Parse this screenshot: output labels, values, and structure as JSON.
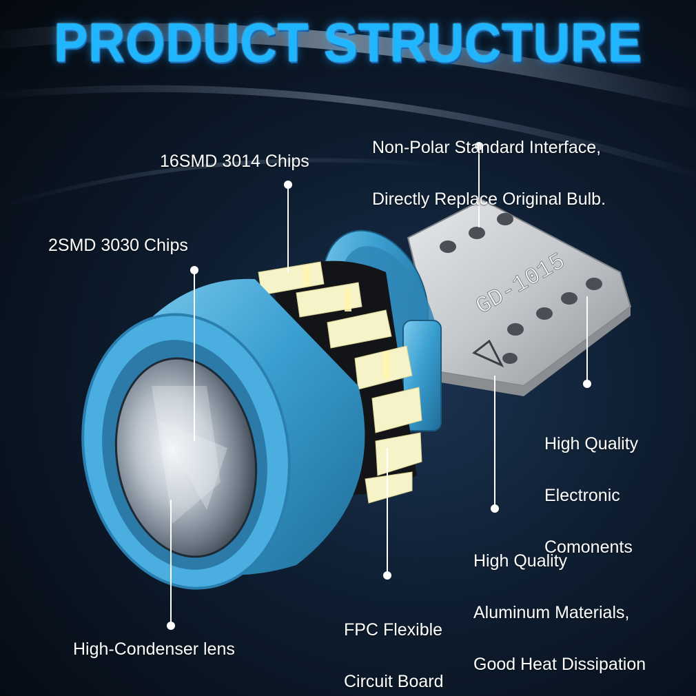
{
  "title": "PRODUCT STRUCTURE",
  "bulb_marking": "GD-1015",
  "callouts": {
    "interface": [
      "Non-Polar Standard Interface,",
      "Directly Replace Original Bulb."
    ],
    "chips_16": "16SMD 3014 Chips",
    "chips_2": "2SMD 3030 Chips",
    "components": [
      "High Quality",
      "Electronic",
      "Comonents"
    ],
    "aluminum": [
      "High Quality",
      "Aluminum Materials,",
      "Good Heat Dissipation"
    ],
    "fpc": [
      "FPC Flexible",
      "Circuit Board"
    ],
    "lens": "High-Condenser lens"
  },
  "colors": {
    "title": "#1fb6ff",
    "housing": "#3fa4d6",
    "chip": "#f6f3c8",
    "base": "#c7c9cc"
  }
}
